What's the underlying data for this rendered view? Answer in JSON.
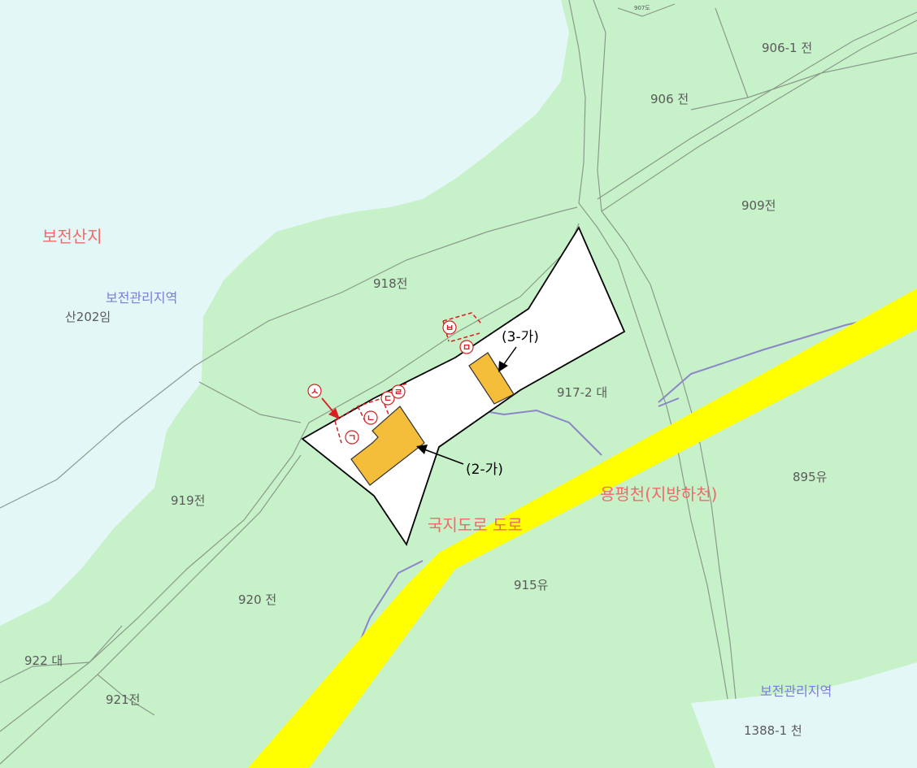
{
  "colors": {
    "land": "#c7f1c9",
    "water": "#e3f7f7",
    "road": "#ffff00",
    "road_outline": "#f5e600",
    "site": "#ffffff",
    "building_fill": "#f5be3a",
    "marking": "#d42020",
    "boundary_line": "#8a9a8a",
    "zone_line": "#8a86c8"
  },
  "parcels": {
    "p906_1": "906-1 전",
    "p906": "906 전",
    "p909": "909전",
    "p918": "918전",
    "p917_2": "917-2 대",
    "p895": "895유",
    "p919": "919전",
    "p920": "920 전",
    "p915": "915유",
    "p922": "922 대",
    "p921": "921전",
    "p1388_1": "1388-1 천",
    "san202": "산202임",
    "top_small": "907도"
  },
  "zones": {
    "conservation_mountain": "보전산지",
    "conservation_mgmt_left": "보전관리지역",
    "conservation_mgmt_bottom": "보전관리지역",
    "stream": "용평천(지방하천)",
    "road": "국지도로  도로"
  },
  "callouts": {
    "building_2": "(2-가)",
    "building_3": "(3-가)"
  },
  "markers": {
    "m1": "ㄱ",
    "m2": "ㄴ",
    "m3": "ㄷ",
    "m4": "ㄹ",
    "m5": "ㅁ",
    "m6": "ㅂ",
    "m7": "ㅅ"
  },
  "icons": {
    "arrow": "arrow-icon",
    "circled_letter": "circled-letter-icon"
  }
}
